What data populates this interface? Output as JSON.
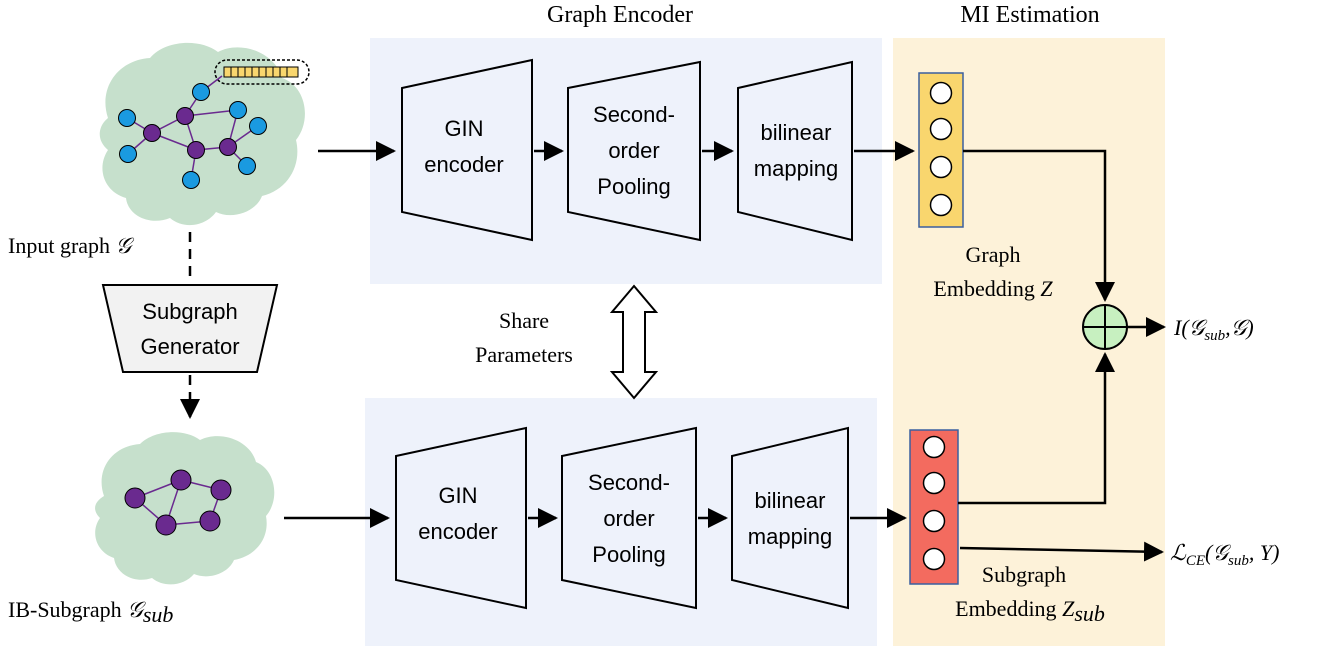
{
  "titles": {
    "graph_encoder": "Graph Encoder",
    "mi_estimation": "MI Estimation"
  },
  "top_row": {
    "gin": [
      "GIN",
      "encoder"
    ],
    "pool": [
      "Second-",
      "order",
      "Pooling"
    ],
    "bilinear": [
      "bilinear",
      "mapping"
    ]
  },
  "bottom_row": {
    "gin": [
      "GIN",
      "encoder"
    ],
    "pool": [
      "Second-",
      "order",
      "Pooling"
    ],
    "bilinear": [
      "bilinear",
      "mapping"
    ]
  },
  "left": {
    "input_graph": "Input graph",
    "input_graph_symbol": "𝒢",
    "generator": [
      "Subgraph",
      "Generator"
    ],
    "ib_subgraph": "IB-Subgraph",
    "ib_subgraph_symbol": "𝒢",
    "ib_subgraph_sub": "sub"
  },
  "share": [
    "Share",
    "Parameters"
  ],
  "graph_embedding": [
    "Graph",
    "Embedding"
  ],
  "graph_embedding_symbol": "Z",
  "subgraph_embedding": [
    "Subgraph",
    "Embedding"
  ],
  "subgraph_embedding_symbol": "Z",
  "subgraph_embedding_sub": "sub",
  "outputs": {
    "mi": "I(𝒢",
    "mi_sub": "sub",
    "mi_rest": ",𝒢)",
    "ce": "ℒ",
    "ce_sub": "CE",
    "ce_rest1": "(𝒢",
    "ce_rest_sub": "sub",
    "ce_rest2": ", Y)"
  },
  "colors": {
    "encoder_bg": "#eef2fb",
    "mi_bg": "#fdf2d9",
    "graph_emb": "#f9d66e",
    "subgraph_emb": "#f36b5f",
    "brain": "#c6e0cc",
    "node_blue": "#1a9ae0",
    "node_purple": "#6a2a8f",
    "sum_node": "#c7f0c0"
  }
}
